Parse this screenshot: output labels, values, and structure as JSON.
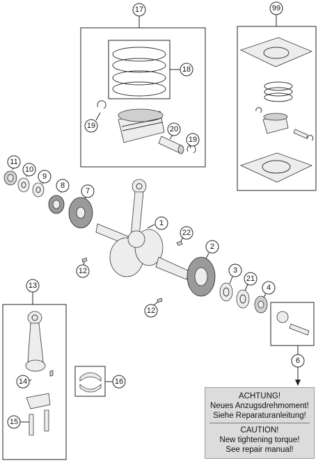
{
  "callouts": {
    "c1": "1",
    "c2": "2",
    "c3": "3",
    "c4": "4",
    "c6": "6",
    "c7": "7",
    "c8": "8",
    "c9": "9",
    "c10": "10",
    "c11": "11",
    "c12a": "12",
    "c12b": "12",
    "c13": "13",
    "c14": "14",
    "c15": "15",
    "c16": "16",
    "c17": "17",
    "c18": "18",
    "c19a": "19",
    "c19b": "19",
    "c20": "20",
    "c21": "21",
    "c22": "22",
    "c99": "99"
  },
  "caution": {
    "de_heading": "ACHTUNG!",
    "de_line1": "Neues Anzugsdrehmoment!",
    "de_line2": "Siehe Reparaturanleitung!",
    "en_heading": "CAUTION!",
    "en_line1": "New tightening torque!",
    "en_line2": "See repair manual!"
  },
  "colors": {
    "note_bg": "#dcdcdc",
    "line": "#222222"
  }
}
